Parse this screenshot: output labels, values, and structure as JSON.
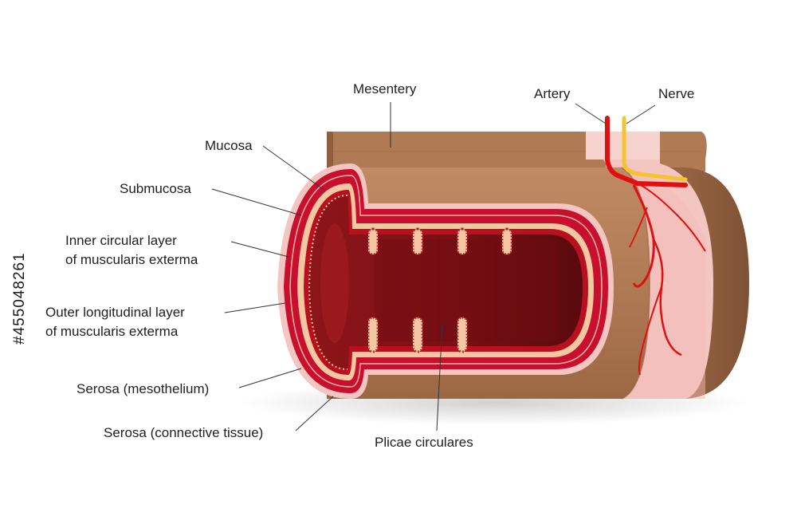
{
  "labels": {
    "mesentery": "Mesentery",
    "artery": "Artery",
    "nerve": "Nerve",
    "mucosa": "Mucosa",
    "submucosa": "Submucosa",
    "inner_circular_line1": "Inner circular layer",
    "inner_circular_line2": "of muscularis exterma",
    "outer_longitudinal_line1": "Outer longitudinal layer",
    "outer_longitudinal_line2": "of muscularis exterma",
    "serosa_mesothelium": "Serosa (mesothelium)",
    "serosa_connective": "Serosa (connective tissue)",
    "plicae": "Plicae circulares"
  },
  "watermark_id": "#455048261",
  "colors": {
    "tissue_brown": "#b07a55",
    "tissue_brown_dark": "#8a5a3c",
    "serosa_pink": "#f4c6c2",
    "muscle_red": "#c8102e",
    "lumen_dark": "#6b0f12",
    "submucosa_peach": "#f3c7a1",
    "artery_red": "#e01010",
    "nerve_yellow": "#f4c430"
  }
}
